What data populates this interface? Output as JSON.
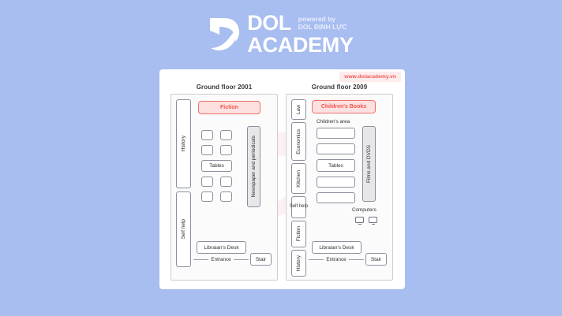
{
  "theme": {
    "background": "#a8bdf0",
    "card_background": "#ffffff",
    "accent_red": "#f2544f",
    "highlight_fill": "#fde1e0",
    "shaded_fill": "#e7e7ea",
    "border_gray": "#8b909c"
  },
  "logo": {
    "brand_line1": "DOL",
    "brand_line2": "ACADEMY",
    "powered_line1": "powered by",
    "powered_line2": "DOL ĐỊNH LỰC",
    "mark": "dol-leaf-mark"
  },
  "card": {
    "url_badge": "www.dolacademy.vn"
  },
  "floors": [
    {
      "id": "floor-2001",
      "title": "Ground floor 2001",
      "left_column": [
        {
          "label": "History",
          "orientation": "vertical",
          "shaded": false
        },
        {
          "label": "Self help",
          "orientation": "vertical",
          "shaded": false
        }
      ],
      "highlight": {
        "label": "Fiction"
      },
      "right_column": [
        {
          "label": "Newspaper and periodicals",
          "orientation": "vertical",
          "shaded": true
        }
      ],
      "seat_rows_top": [
        "",
        "",
        "",
        ""
      ],
      "tables_label": "Tables",
      "seat_rows_bottom": [
        "",
        "",
        "",
        ""
      ],
      "desk_label": "Libraian's Desk",
      "stair_label": "Stair",
      "entrance_label": "Entrance"
    },
    {
      "id": "floor-2009",
      "title": "Ground floor 2009",
      "left_column": [
        {
          "label": "Law",
          "orientation": "vertical",
          "shaded": false
        },
        {
          "label": "Economics",
          "orientation": "vertical",
          "shaded": false
        },
        {
          "label": "Kitchen",
          "orientation": "vertical",
          "shaded": false
        },
        {
          "label": "Self help",
          "orientation": "vertical",
          "shaded": false
        },
        {
          "label": "Fiction",
          "orientation": "vertical",
          "shaded": false
        },
        {
          "label": "History",
          "orientation": "vertical",
          "shaded": false
        }
      ],
      "highlight": {
        "label": "Children's Books"
      },
      "children_area_label": "Children's area",
      "children_rows": [
        "",
        ""
      ],
      "tables_label": "Tables",
      "children_rows_bottom": [
        "",
        ""
      ],
      "right_column": [
        {
          "label": "Films and DVDS",
          "orientation": "vertical",
          "shaded": true
        }
      ],
      "computers_label": "Computers",
      "computers_count": 2,
      "desk_label": "Libraian's Desk",
      "stair_label": "Stair",
      "entrance_label": "Entrance"
    }
  ]
}
